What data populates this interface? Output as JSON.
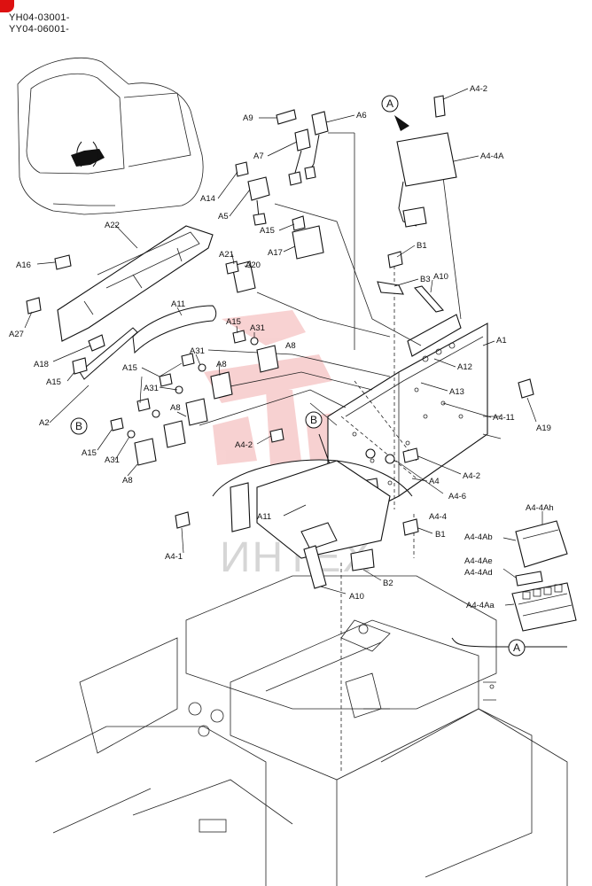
{
  "header": {
    "line1": "YH04-03001-",
    "line2": "YY04-06001-"
  },
  "watermark": "ИНТЕХ",
  "callouts": {
    "a": "A",
    "b": "B"
  },
  "labels": [
    {
      "id": "a4-2-top",
      "text": "A4-2"
    },
    {
      "id": "a9",
      "text": "A9"
    },
    {
      "id": "a6",
      "text": "A6"
    },
    {
      "id": "a4-4a",
      "text": "A4-4A"
    },
    {
      "id": "a7",
      "text": "A7"
    },
    {
      "id": "a14",
      "text": "A14"
    },
    {
      "id": "a5",
      "text": "A5"
    },
    {
      "id": "a15-1",
      "text": "A15"
    },
    {
      "id": "a22",
      "text": "A22"
    },
    {
      "id": "a17",
      "text": "A17"
    },
    {
      "id": "b1-top",
      "text": "B1"
    },
    {
      "id": "a16",
      "text": "A16"
    },
    {
      "id": "a21",
      "text": "A21"
    },
    {
      "id": "a20",
      "text": "A20"
    },
    {
      "id": "b3",
      "text": "B3"
    },
    {
      "id": "a10-top",
      "text": "A10"
    },
    {
      "id": "a27",
      "text": "A27"
    },
    {
      "id": "a11-top",
      "text": "A11"
    },
    {
      "id": "a15-2",
      "text": "A15"
    },
    {
      "id": "a31-1",
      "text": "A31"
    },
    {
      "id": "a1",
      "text": "A1"
    },
    {
      "id": "a18",
      "text": "A18"
    },
    {
      "id": "a8-1",
      "text": "A8"
    },
    {
      "id": "a31-2",
      "text": "A31"
    },
    {
      "id": "a12",
      "text": "A12"
    },
    {
      "id": "a15-3",
      "text": "A15"
    },
    {
      "id": "a15-4",
      "text": "A15"
    },
    {
      "id": "a8-2",
      "text": "A8"
    },
    {
      "id": "a13",
      "text": "A13"
    },
    {
      "id": "a31-3",
      "text": "A31"
    },
    {
      "id": "a19",
      "text": "A19"
    },
    {
      "id": "a2",
      "text": "A2"
    },
    {
      "id": "a8-3",
      "text": "A8"
    },
    {
      "id": "a4-11",
      "text": "A4-11"
    },
    {
      "id": "a15-5",
      "text": "A15"
    },
    {
      "id": "a4-2-mid",
      "text": "A4-2"
    },
    {
      "id": "a31-4",
      "text": "A31"
    },
    {
      "id": "a8-4",
      "text": "A8"
    },
    {
      "id": "a4-2-right",
      "text": "A4-2"
    },
    {
      "id": "a4-6",
      "text": "A4-6"
    },
    {
      "id": "a4",
      "text": "A4"
    },
    {
      "id": "a4-4",
      "text": "A4-4"
    },
    {
      "id": "a11-bot",
      "text": "A11"
    },
    {
      "id": "a4-4ah",
      "text": "A4-4Ah"
    },
    {
      "id": "b1-bot",
      "text": "B1"
    },
    {
      "id": "a4-4ab",
      "text": "A4-4Ab"
    },
    {
      "id": "a4-1",
      "text": "A4-1"
    },
    {
      "id": "a4-4ae",
      "text": "A4-4Ae"
    },
    {
      "id": "a4-4ad",
      "text": "A4-4Ad"
    },
    {
      "id": "b2",
      "text": "B2"
    },
    {
      "id": "a10-bot",
      "text": "A10"
    },
    {
      "id": "a4-4aa",
      "text": "A4-4Aa"
    }
  ]
}
